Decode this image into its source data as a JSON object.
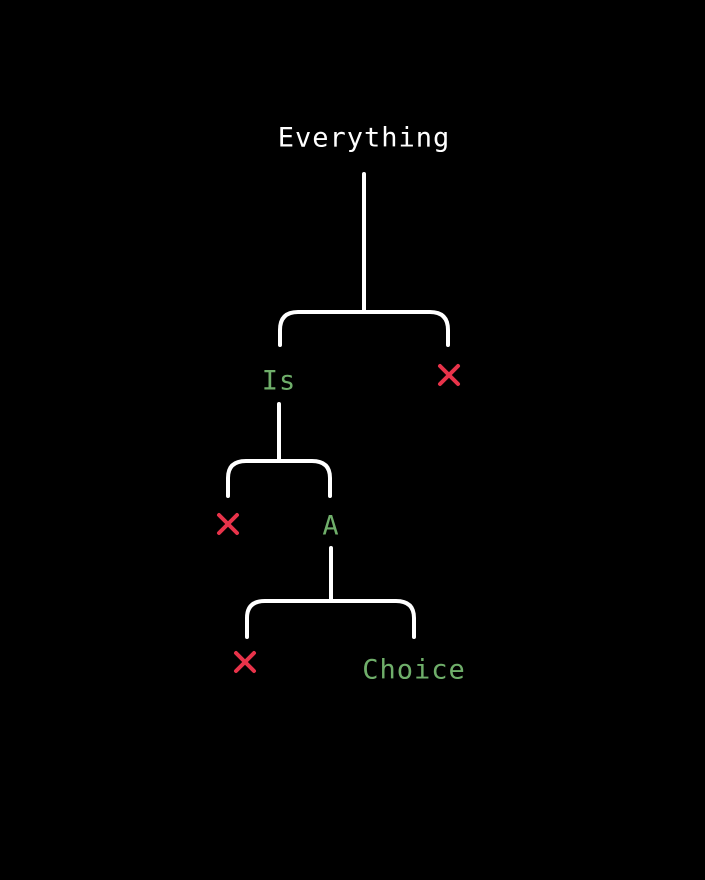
{
  "tree": {
    "root": {
      "label": "Everything"
    },
    "level1": {
      "label": "Is"
    },
    "level2": {
      "label": "A"
    },
    "level3": {
      "label": "Choice"
    }
  },
  "colors": {
    "background": "#000000",
    "root_text": "#ffffff",
    "chosen_text": "#6fae6a",
    "branch_line": "#ffffff",
    "rejected_mark": "#e8334a"
  },
  "icons": {
    "rejected": "cross-icon"
  }
}
